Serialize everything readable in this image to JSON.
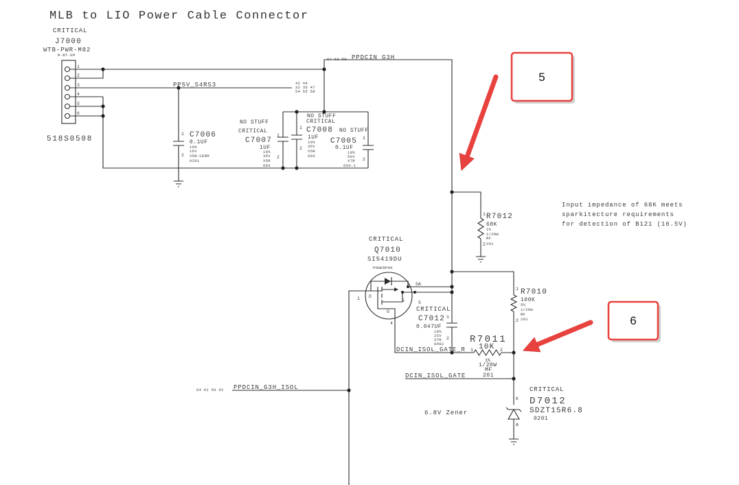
{
  "title": "MLB to LIO Power Cable Connector",
  "j7000": {
    "critical": "CRITICAL",
    "ref": "J7000",
    "part": "WTB-PWR-M82",
    "variant": "M-RT-SM",
    "pn": "518S0508",
    "pins": [
      "1",
      "2",
      "3",
      "4",
      "5",
      "6"
    ]
  },
  "nets": {
    "ppdcin_g3h": {
      "pages": "64 62 50",
      "name": "PPDCIN_G3H"
    },
    "pp5v_s4rs3": {
      "name": "PP5V_S4RS3",
      "pages": [
        "42 44",
        "32 35 47",
        "54 55 58"
      ]
    },
    "gate_r": "DCIN_ISOL_GATE_R",
    "gate": "DCIN_ISOL_GATE",
    "ppdcin_g3h_isol": {
      "pages": "64 62 50 42",
      "name": "PPDCIN_G3H_ISOL"
    }
  },
  "c7006": {
    "ref": "C7006",
    "value": "0.1UF",
    "tol": "10%",
    "voltage": "16V",
    "dielectric": "X5R-CERM",
    "package": "0201",
    "pin1": "1",
    "pin2": "2"
  },
  "c7007": {
    "stuff": "NO STUFF",
    "critical": "CRITICAL",
    "ref": "C7007",
    "value": "1UF",
    "tol": "10%",
    "voltage": "35V",
    "dielectric": "X5R",
    "package": "603",
    "pin1": "1",
    "pin2": "2"
  },
  "c7008": {
    "stuff": "NO STUFF",
    "critical": "CRITICAL",
    "ref": "C7008",
    "value": "1UF",
    "tol": "10%",
    "voltage": "35V",
    "dielectric": "X5R",
    "package": "603",
    "pin1": "1",
    "pin2": "2"
  },
  "c7005": {
    "stuff": "NO STUFF",
    "ref": "C7005",
    "value": "0.1UF",
    "tol": "10%",
    "voltage": "50V",
    "dielectric": "X7R",
    "package": "603-1",
    "pin1": "1",
    "pin2": "2"
  },
  "r7012": {
    "ref": "R7012",
    "value": "68K",
    "tol": "1%",
    "power": "1/20W",
    "type": "MF",
    "package": "201",
    "pin1": "1",
    "pin2": "2"
  },
  "r7010": {
    "ref": "R7010",
    "value": "100K",
    "tol": "5%",
    "power": "1/20W",
    "type": "MF",
    "package": "201",
    "pin1": "1",
    "pin2": "2"
  },
  "r7011": {
    "ref": "R7011",
    "value": "10K",
    "tol": "1%",
    "power": "1/20W",
    "type": "MF",
    "package": "201",
    "pin1": "1",
    "pin2": "2"
  },
  "q7010": {
    "critical": "CRITICAL",
    "ref": "Q7010",
    "part": "SI5419DU",
    "package": "POWERPAK",
    "current": "5A",
    "pin_d": "1",
    "pin_s": "5",
    "pin_g": "4",
    "label_d": "D",
    "label_s": "S",
    "label_g": "G"
  },
  "c7012": {
    "critical": "CRITICAL",
    "ref": "C7012",
    "value": "0.047UF",
    "tol": "10%",
    "voltage": "25V",
    "dielectric": "X7R",
    "package": "0402",
    "pin1": "1",
    "pin2": "2"
  },
  "d7012": {
    "critical": "CRITICAL",
    "ref": "D7012",
    "part": "SDZT15R6.8",
    "package": "0201",
    "pin_k": "K",
    "pin_a": "A"
  },
  "zener_note": "6.8V Zener",
  "note": [
    "Input impedance of 68K meets",
    "sparkitecture requirements",
    "for detection of B121 (16.5V)"
  ],
  "callouts": [
    {
      "label": "5"
    },
    {
      "label": "6"
    }
  ],
  "colors": {
    "callout": "#e8423f",
    "wire": "#2b2b2b",
    "background": "#ffffff"
  }
}
